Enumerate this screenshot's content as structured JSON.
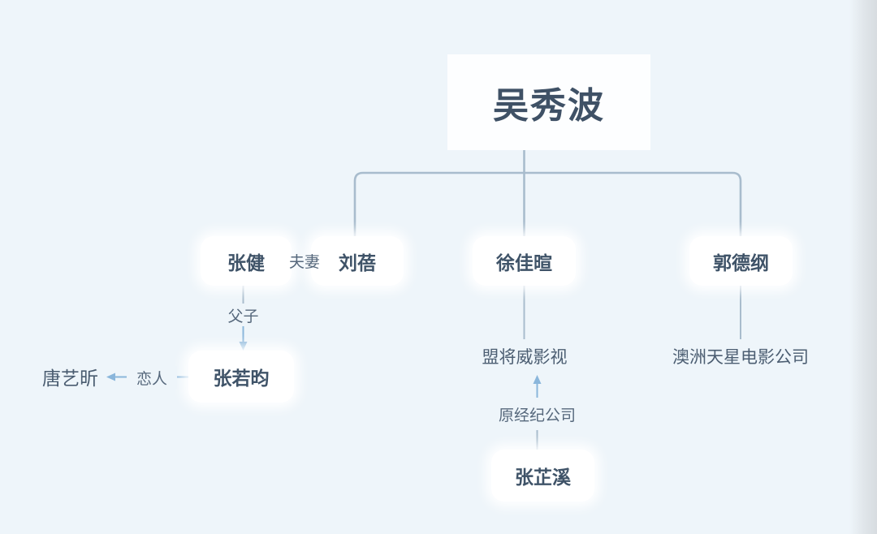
{
  "diagram": {
    "title_node": {
      "label": "吴秀波"
    },
    "nodes": [
      {
        "id": "wuxiubo",
        "label": "吴秀波",
        "type": "root-box"
      },
      {
        "id": "zhangjian",
        "label": "张健",
        "type": "pill"
      },
      {
        "id": "liubei",
        "label": "刘蓓",
        "type": "pill"
      },
      {
        "id": "xujiaxuan",
        "label": "徐佳暄",
        "type": "pill"
      },
      {
        "id": "guodegang",
        "label": "郭德纲",
        "type": "pill"
      },
      {
        "id": "zhangruoyun",
        "label": "张若昀",
        "type": "pill"
      },
      {
        "id": "tangyixin",
        "label": "唐艺昕",
        "type": "plain"
      },
      {
        "id": "zhangzhixi",
        "label": "张芷溪",
        "type": "pill"
      },
      {
        "id": "mengjiangwei",
        "label": "盟将威影视",
        "type": "text"
      },
      {
        "id": "aozhoutianxing",
        "label": "澳洲天星电影公司",
        "type": "text"
      }
    ],
    "edge_labels": [
      {
        "id": "fuqi",
        "label": "夫妻",
        "from": "zhangjian",
        "to": "liubei"
      },
      {
        "id": "fuzi",
        "label": "父子",
        "from": "zhangjian",
        "to": "zhangruoyun"
      },
      {
        "id": "lianren",
        "label": "恋人",
        "from": "zhangruoyun",
        "to": "tangyixin"
      },
      {
        "id": "yuanjingjigongsi",
        "label": "原经纪公司",
        "from": "zhangzhixi",
        "to": "mengjiangwei"
      }
    ],
    "colors": {
      "background": "#eef5fa",
      "node_fill": "#ffffff",
      "node_text": "#3f5368",
      "label_text": "#56687c",
      "connector": "#a8bccd",
      "arrow": "#7fb0d8"
    }
  }
}
